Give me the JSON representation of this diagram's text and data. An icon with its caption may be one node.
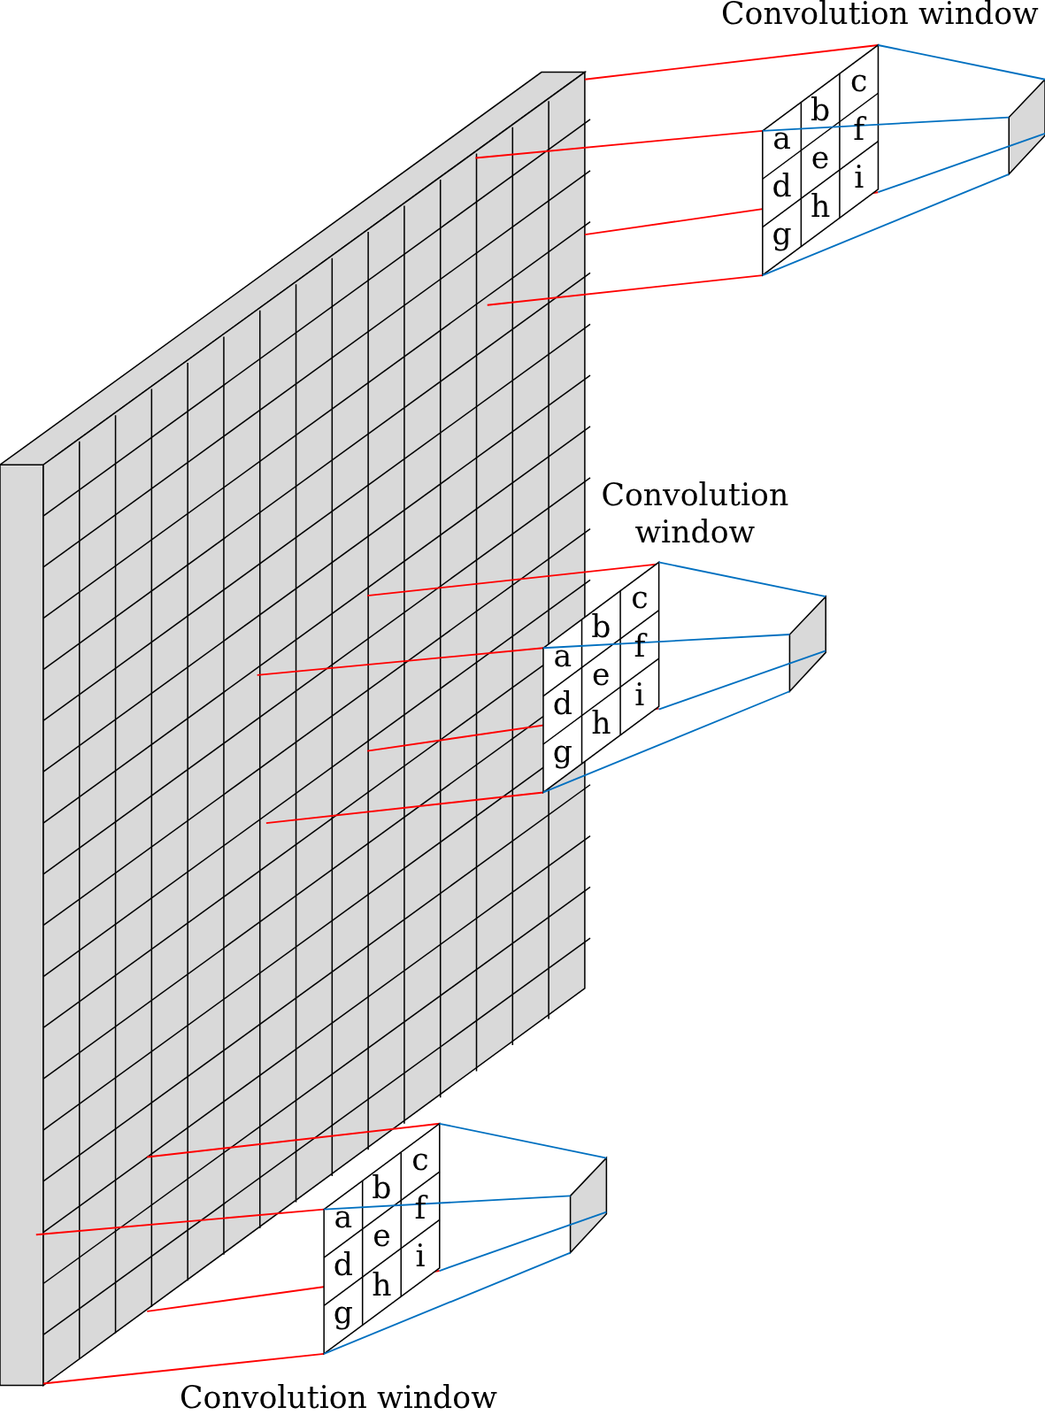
{
  "diagram": {
    "labels": [
      "Convolution window",
      "a",
      "b",
      "c",
      "d",
      "e",
      "f",
      "g",
      "h",
      "i",
      "Convolution window",
      "a",
      "b",
      "c",
      "d",
      "e",
      "f",
      "g",
      "h",
      "i",
      "a",
      "b",
      "c",
      "d",
      "e",
      "f",
      "g",
      "h",
      "i",
      "Convolution window"
    ]
  }
}
